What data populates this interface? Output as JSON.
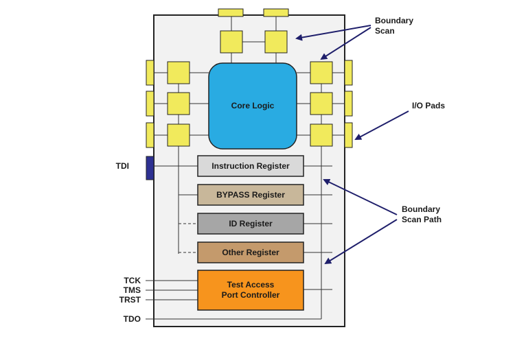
{
  "core": {
    "label": "Core Logic",
    "color": "#29abe2"
  },
  "registers": {
    "instruction": {
      "label": "Instruction Register",
      "color": "#d9d9d9"
    },
    "bypass": {
      "label": "BYPASS Register",
      "color": "#c8b79a"
    },
    "id": {
      "label": "ID Register",
      "color": "#a6a6a6"
    },
    "other": {
      "label": "Other Register",
      "color": "#c49a6c"
    }
  },
  "tap": {
    "line1": "Test Access",
    "line2": "Port Controller",
    "color": "#f7941d"
  },
  "pins": {
    "tdi": "TDI",
    "tck": "TCK",
    "tms": "TMS",
    "trst": "TRST",
    "tdo": "TDO"
  },
  "annotations": {
    "boundary_scan": [
      "Boundary",
      "Scan"
    ],
    "io_pads": "I/O Pads",
    "boundary_scan_path": [
      "Boundary",
      "Scan Path"
    ]
  },
  "colors": {
    "chip": "#f2f2f2",
    "cell": "#f1ea5c",
    "tdi_pad": "#2e3192",
    "arrow": "#1f1f6b"
  }
}
